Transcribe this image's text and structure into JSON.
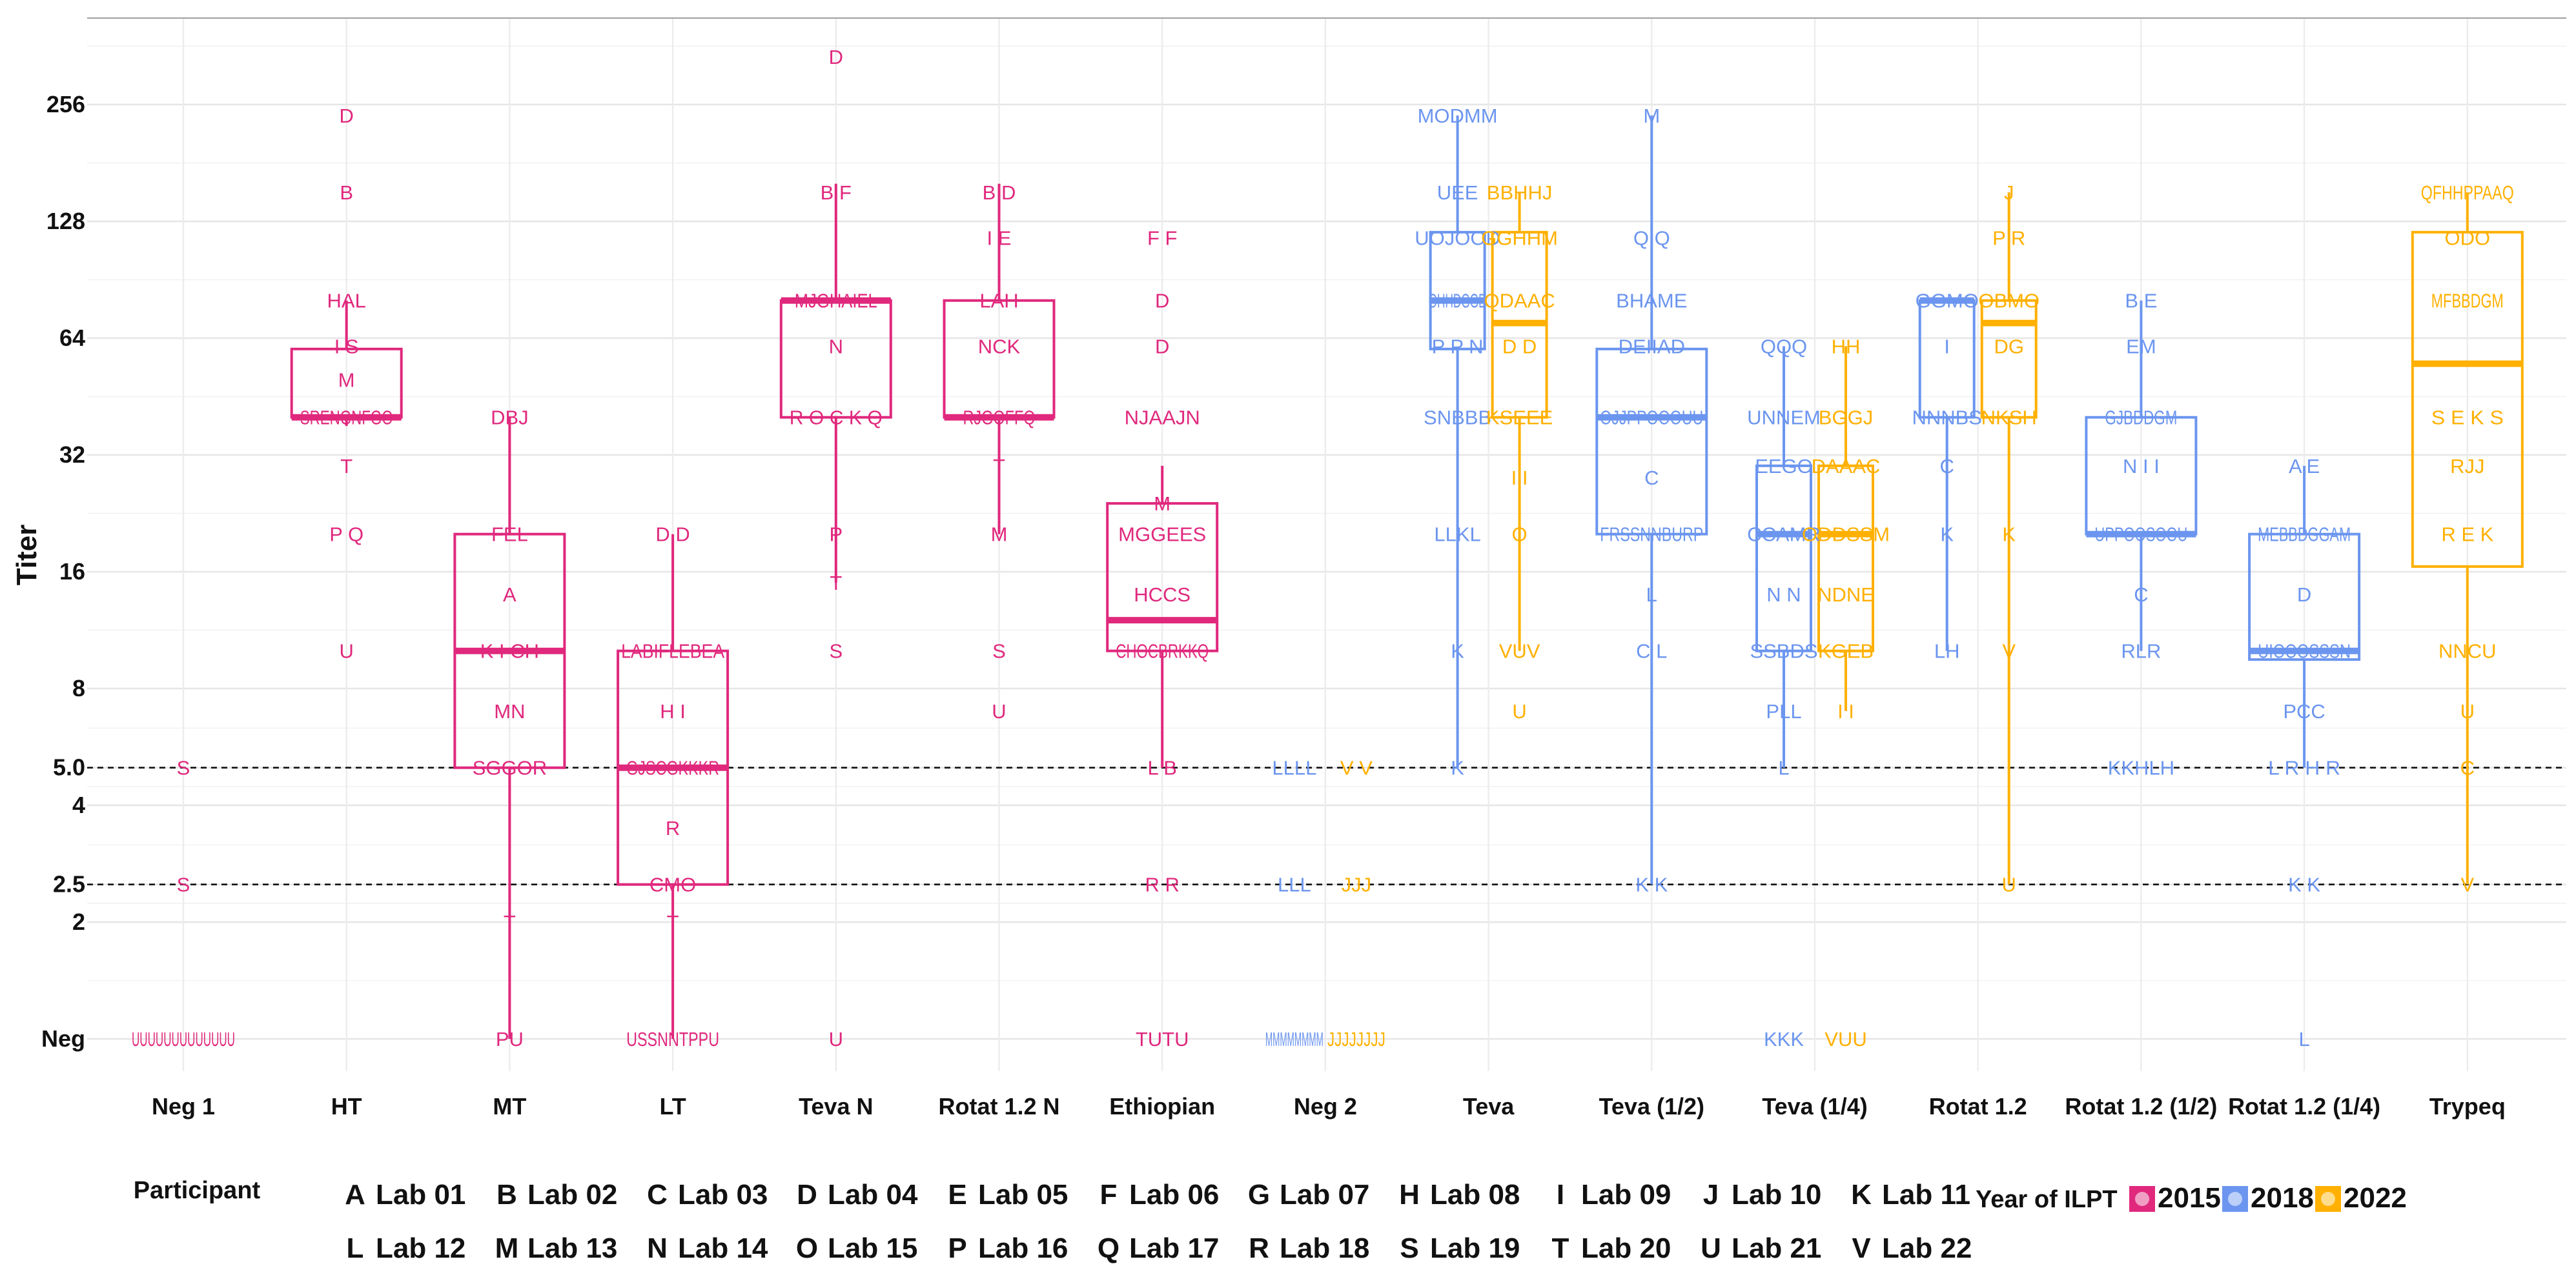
{
  "chart_data": {
    "type": "box",
    "ylabel": "Titer",
    "xlabel": "",
    "y_scale": "log2",
    "ylim": [
      0.85,
      380
    ],
    "ytick_values": [
      1,
      2,
      2.5,
      4,
      5,
      8,
      16,
      32,
      64,
      128,
      256
    ],
    "ytick_labels": [
      "Neg",
      "2",
      "2.5",
      "4",
      "5.0",
      "8",
      "16",
      "32",
      "64",
      "128",
      "256"
    ],
    "reference_lines": [
      2.5,
      5
    ],
    "categories": [
      "Neg 1",
      "HT",
      "MT",
      "LT",
      "Teva N",
      "Rotat 1.2 N",
      "Ethiopian",
      "Neg 2",
      "Teva",
      "Teva (1/2)",
      "Teva (1/4)",
      "Rotat 1.2",
      "Rotat 1.2 (1/2)",
      "Rotat 1.2 (1/4)",
      "Trypeq"
    ],
    "grid": true,
    "legend_participant": {
      "title": "Participant",
      "entries": [
        {
          "key": "A",
          "label": "Lab 01"
        },
        {
          "key": "B",
          "label": "Lab 02"
        },
        {
          "key": "C",
          "label": "Lab 03"
        },
        {
          "key": "D",
          "label": "Lab 04"
        },
        {
          "key": "E",
          "label": "Lab 05"
        },
        {
          "key": "F",
          "label": "Lab 06"
        },
        {
          "key": "G",
          "label": "Lab 07"
        },
        {
          "key": "H",
          "label": "Lab 08"
        },
        {
          "key": "I",
          "label": "Lab 09"
        },
        {
          "key": "J",
          "label": "Lab 10"
        },
        {
          "key": "K",
          "label": "Lab 11"
        },
        {
          "key": "L",
          "label": "Lab 12"
        },
        {
          "key": "M",
          "label": "Lab 13"
        },
        {
          "key": "N",
          "label": "Lab 14"
        },
        {
          "key": "O",
          "label": "Lab 15"
        },
        {
          "key": "P",
          "label": "Lab 16"
        },
        {
          "key": "Q",
          "label": "Lab 17"
        },
        {
          "key": "R",
          "label": "Lab 18"
        },
        {
          "key": "S",
          "label": "Lab 19"
        },
        {
          "key": "T",
          "label": "Lab 20"
        },
        {
          "key": "U",
          "label": "Lab 21"
        },
        {
          "key": "V",
          "label": "Lab 22"
        }
      ]
    },
    "legend_year": {
      "title": "Year of ILPT",
      "entries": [
        {
          "name": "2015",
          "color": "#e0287d"
        },
        {
          "name": "2018",
          "color": "#6b95ef"
        },
        {
          "name": "2022",
          "color": "#ffb000"
        }
      ]
    },
    "series": [
      {
        "category": "Neg 1",
        "year": "2015",
        "box": null,
        "points": [
          {
            "y": 5,
            "text": "S"
          },
          {
            "y": 2.5,
            "text": "S"
          },
          {
            "y": 1,
            "text": "UUUUUUUUUUUUU"
          }
        ]
      },
      {
        "category": "HT",
        "year": "2015",
        "box": {
          "low": 38,
          "q1": 40,
          "median": 40,
          "q3": 60,
          "high": 80
        },
        "points": [
          {
            "y": 240,
            "text": "D"
          },
          {
            "y": 152,
            "text": "B"
          },
          {
            "y": 80,
            "text": "HAL"
          },
          {
            "y": 61,
            "text": "I S"
          },
          {
            "y": 50,
            "text": "M"
          },
          {
            "y": 40,
            "text": "SRENGNFGO"
          },
          {
            "y": 30,
            "text": "T"
          },
          {
            "y": 20,
            "text": "P Q"
          },
          {
            "y": 10,
            "text": "U"
          }
        ]
      },
      {
        "category": "MT",
        "year": "2015",
        "box": {
          "low": 1,
          "q1": 5,
          "median": 10,
          "q3": 20,
          "high": 40
        },
        "points": [
          {
            "y": 40,
            "text": "DBJ"
          },
          {
            "y": 20,
            "text": "FEL"
          },
          {
            "y": 14,
            "text": "A"
          },
          {
            "y": 10,
            "text": "K I CH"
          },
          {
            "y": 7,
            "text": "MN"
          },
          {
            "y": 5,
            "text": "SGGOR"
          },
          {
            "y": 2,
            "text": "T"
          },
          {
            "y": 1,
            "text": "PU"
          }
        ]
      },
      {
        "category": "LT",
        "year": "2015",
        "box": {
          "low": 1,
          "q1": 2.5,
          "median": 5,
          "q3": 10,
          "high": 20
        },
        "points": [
          {
            "y": 20,
            "text": "D D"
          },
          {
            "y": 10,
            "text": "LABIFLEBEA"
          },
          {
            "y": 7,
            "text": "H I"
          },
          {
            "y": 5,
            "text": "GJSCGKKKR"
          },
          {
            "y": 3.5,
            "text": "R"
          },
          {
            "y": 2.5,
            "text": "CMO"
          },
          {
            "y": 2,
            "text": "T"
          },
          {
            "y": 1,
            "text": "USSNNTPPU"
          }
        ]
      },
      {
        "category": "Teva N",
        "year": "2015",
        "box": {
          "low": 15,
          "q1": 40,
          "median": 80,
          "q3": 80,
          "high": 160
        },
        "points": [
          {
            "y": 340,
            "text": "D"
          },
          {
            "y": 152,
            "text": "B F"
          },
          {
            "y": 80,
            "text": "MJGHAIEL"
          },
          {
            "y": 61,
            "text": "N"
          },
          {
            "y": 40,
            "text": "R O C K Q"
          },
          {
            "y": 20,
            "text": "P"
          },
          {
            "y": 15,
            "text": "T"
          },
          {
            "y": 10,
            "text": "S"
          },
          {
            "y": 1,
            "text": "U"
          }
        ]
      },
      {
        "category": "Rotat 1.2 N",
        "year": "2015",
        "box": {
          "low": 20,
          "q1": 40,
          "median": 40,
          "q3": 80,
          "high": 160
        },
        "points": [
          {
            "y": 152,
            "text": "B D"
          },
          {
            "y": 116,
            "text": "I E"
          },
          {
            "y": 80,
            "text": "LAH"
          },
          {
            "y": 61,
            "text": "NCK"
          },
          {
            "y": 40,
            "text": "RJGOFFQ"
          },
          {
            "y": 30,
            "text": "T"
          },
          {
            "y": 20,
            "text": "M"
          },
          {
            "y": 10,
            "text": "S"
          },
          {
            "y": 7,
            "text": "U"
          }
        ]
      },
      {
        "category": "Ethiopian",
        "year": "2015",
        "box": {
          "low": 5,
          "q1": 10,
          "median": 12,
          "q3": 24,
          "high": 30
        },
        "points": [
          {
            "y": 116,
            "text": "F F"
          },
          {
            "y": 80,
            "text": "D"
          },
          {
            "y": 61,
            "text": "D"
          },
          {
            "y": 40,
            "text": "NJAAJN"
          },
          {
            "y": 24,
            "text": "M"
          },
          {
            "y": 20,
            "text": "MGGEES"
          },
          {
            "y": 14,
            "text": "HCCS"
          },
          {
            "y": 10,
            "text": "CHOCBRKKQ"
          },
          {
            "y": 5,
            "text": "L B"
          },
          {
            "y": 2.5,
            "text": "R R"
          },
          {
            "y": 1,
            "text": "TUTU"
          }
        ]
      },
      {
        "category": "Neg 2",
        "year": "2018",
        "box": null,
        "points": [
          {
            "y": 5,
            "text": "LLLL"
          },
          {
            "y": 2.5,
            "text": "LLL"
          },
          {
            "y": 1,
            "text": "MMMMMMMM"
          }
        ]
      },
      {
        "category": "Neg 2",
        "year": "2022",
        "box": null,
        "points": [
          {
            "y": 5,
            "text": "V V"
          },
          {
            "y": 2.5,
            "text": "JJJ"
          },
          {
            "y": 1,
            "text": "JJJJJJJJ"
          }
        ]
      },
      {
        "category": "Teva",
        "year": "2018",
        "box": {
          "low": 5,
          "q1": 60,
          "median": 80,
          "q3": 120,
          "high": 240
        },
        "points": [
          {
            "y": 240,
            "text": "MODMM"
          },
          {
            "y": 152,
            "text": "UEE"
          },
          {
            "y": 116,
            "text": "UOJOOD"
          },
          {
            "y": 80,
            "text": "OHHDGGD"
          },
          {
            "y": 61,
            "text": "P P N"
          },
          {
            "y": 40,
            "text": "SNBBB"
          },
          {
            "y": 20,
            "text": "LLKL"
          },
          {
            "y": 10,
            "text": "K"
          },
          {
            "y": 5,
            "text": "K"
          }
        ]
      },
      {
        "category": "Teva",
        "year": "2022",
        "box": {
          "low": 10,
          "q1": 40,
          "median": 70,
          "q3": 120,
          "high": 152
        },
        "points": [
          {
            "y": 152,
            "text": "BBHHJ"
          },
          {
            "y": 116,
            "text": "GGHHM"
          },
          {
            "y": 80,
            "text": "QDAAC"
          },
          {
            "y": 61,
            "text": "D D"
          },
          {
            "y": 40,
            "text": "KSEEE"
          },
          {
            "y": 28,
            "text": "I I"
          },
          {
            "y": 20,
            "text": "O"
          },
          {
            "y": 10,
            "text": "VUV"
          },
          {
            "y": 7,
            "text": "U"
          }
        ]
      },
      {
        "category": "Teva (1/2)",
        "year": "2018",
        "box": {
          "low": 2.5,
          "q1": 20,
          "median": 40,
          "q3": 60,
          "high": 240
        },
        "points": [
          {
            "y": 240,
            "text": "M"
          },
          {
            "y": 116,
            "text": "Q Q"
          },
          {
            "y": 80,
            "text": "BHAME"
          },
          {
            "y": 61,
            "text": "DEIIAD"
          },
          {
            "y": 40,
            "text": "OJJPPOOOUU"
          },
          {
            "y": 28,
            "text": "C"
          },
          {
            "y": 20,
            "text": "FRSSNNBURP"
          },
          {
            "y": 14,
            "text": "L"
          },
          {
            "y": 10,
            "text": "C L"
          },
          {
            "y": 2.5,
            "text": "K K"
          }
        ]
      },
      {
        "category": "Teva (1/4)",
        "year": "2018",
        "box": {
          "low": 5,
          "q1": 10,
          "median": 20,
          "q3": 30,
          "high": 61
        },
        "points": [
          {
            "y": 61,
            "text": "QQQ"
          },
          {
            "y": 40,
            "text": "UNNEM"
          },
          {
            "y": 30,
            "text": "EEGO"
          },
          {
            "y": 20,
            "text": "CCAMR"
          },
          {
            "y": 14,
            "text": "N N"
          },
          {
            "y": 10,
            "text": "SSBDS"
          },
          {
            "y": 7,
            "text": "PLL"
          },
          {
            "y": 5,
            "text": "L"
          },
          {
            "y": 1,
            "text": "KKK"
          }
        ]
      },
      {
        "category": "Teva (1/4)",
        "year": "2022",
        "box": {
          "low": 7,
          "q1": 10,
          "median": 20,
          "q3": 30,
          "high": 61
        },
        "points": [
          {
            "y": 61,
            "text": "HH"
          },
          {
            "y": 40,
            "text": "BGGJ"
          },
          {
            "y": 30,
            "text": "DAAAC"
          },
          {
            "y": 20,
            "text": "ODDSSM"
          },
          {
            "y": 14,
            "text": "NDNE"
          },
          {
            "y": 10,
            "text": "KGEB"
          },
          {
            "y": 7,
            "text": "I I"
          },
          {
            "y": 1,
            "text": "VUU"
          }
        ]
      },
      {
        "category": "Rotat 1.2",
        "year": "2018",
        "box": {
          "low": 10,
          "q1": 40,
          "median": 80,
          "q3": 80,
          "high": 80
        },
        "points": [
          {
            "y": 80,
            "text": "GGMO"
          },
          {
            "y": 61,
            "text": "I"
          },
          {
            "y": 40,
            "text": "NNNBS"
          },
          {
            "y": 30,
            "text": "C"
          },
          {
            "y": 20,
            "text": "K"
          },
          {
            "y": 10,
            "text": "LH"
          }
        ]
      },
      {
        "category": "Rotat 1.2",
        "year": "2022",
        "box": {
          "low": 2.5,
          "q1": 40,
          "median": 70,
          "q3": 80,
          "high": 152
        },
        "points": [
          {
            "y": 152,
            "text": "J"
          },
          {
            "y": 116,
            "text": "P R"
          },
          {
            "y": 80,
            "text": "OBMO"
          },
          {
            "y": 61,
            "text": "DG"
          },
          {
            "y": 40,
            "text": "NKSH"
          },
          {
            "y": 20,
            "text": "K"
          },
          {
            "y": 10,
            "text": "V"
          },
          {
            "y": 2.5,
            "text": "U"
          }
        ]
      },
      {
        "category": "Rotat 1.2 (1/2)",
        "year": "2018",
        "box": {
          "low": 10,
          "q1": 20,
          "median": 20,
          "q3": 40,
          "high": 80
        },
        "points": [
          {
            "y": 80,
            "text": "B E"
          },
          {
            "y": 61,
            "text": "EM"
          },
          {
            "y": 40,
            "text": "GJBDDGM"
          },
          {
            "y": 30,
            "text": "N I I"
          },
          {
            "y": 20,
            "text": "UPPOOSOOU"
          },
          {
            "y": 14,
            "text": "C"
          },
          {
            "y": 10,
            "text": "RLR"
          },
          {
            "y": 5,
            "text": "KKHLH"
          }
        ]
      },
      {
        "category": "Rotat 1.2 (1/4)",
        "year": "2018",
        "box": {
          "low": 5,
          "q1": 9.5,
          "median": 10,
          "q3": 20,
          "high": 30
        },
        "points": [
          {
            "y": 30,
            "text": "A E"
          },
          {
            "y": 20,
            "text": "MEBBDGGAM"
          },
          {
            "y": 14,
            "text": "D"
          },
          {
            "y": 10,
            "text": "UIOOOSSSN"
          },
          {
            "y": 7,
            "text": "PCC"
          },
          {
            "y": 5,
            "text": "L R H R"
          },
          {
            "y": 2.5,
            "text": "K K"
          },
          {
            "y": 1,
            "text": "L"
          }
        ]
      },
      {
        "category": "Trypeq",
        "year": "2022",
        "box": {
          "low": 2.5,
          "q1": 16.5,
          "median": 55,
          "q3": 120,
          "high": 152
        },
        "points": [
          {
            "y": 152,
            "text": "QFHHPPAAQ"
          },
          {
            "y": 116,
            "text": "ODO"
          },
          {
            "y": 80,
            "text": "MFBBDGM"
          },
          {
            "y": 40,
            "text": "S E K S"
          },
          {
            "y": 30,
            "text": "RJJ"
          },
          {
            "y": 20,
            "text": "R E K"
          },
          {
            "y": 10,
            "text": "NNCU"
          },
          {
            "y": 7,
            "text": "U"
          },
          {
            "y": 5,
            "text": "C"
          },
          {
            "y": 2.5,
            "text": "V"
          }
        ]
      }
    ]
  }
}
